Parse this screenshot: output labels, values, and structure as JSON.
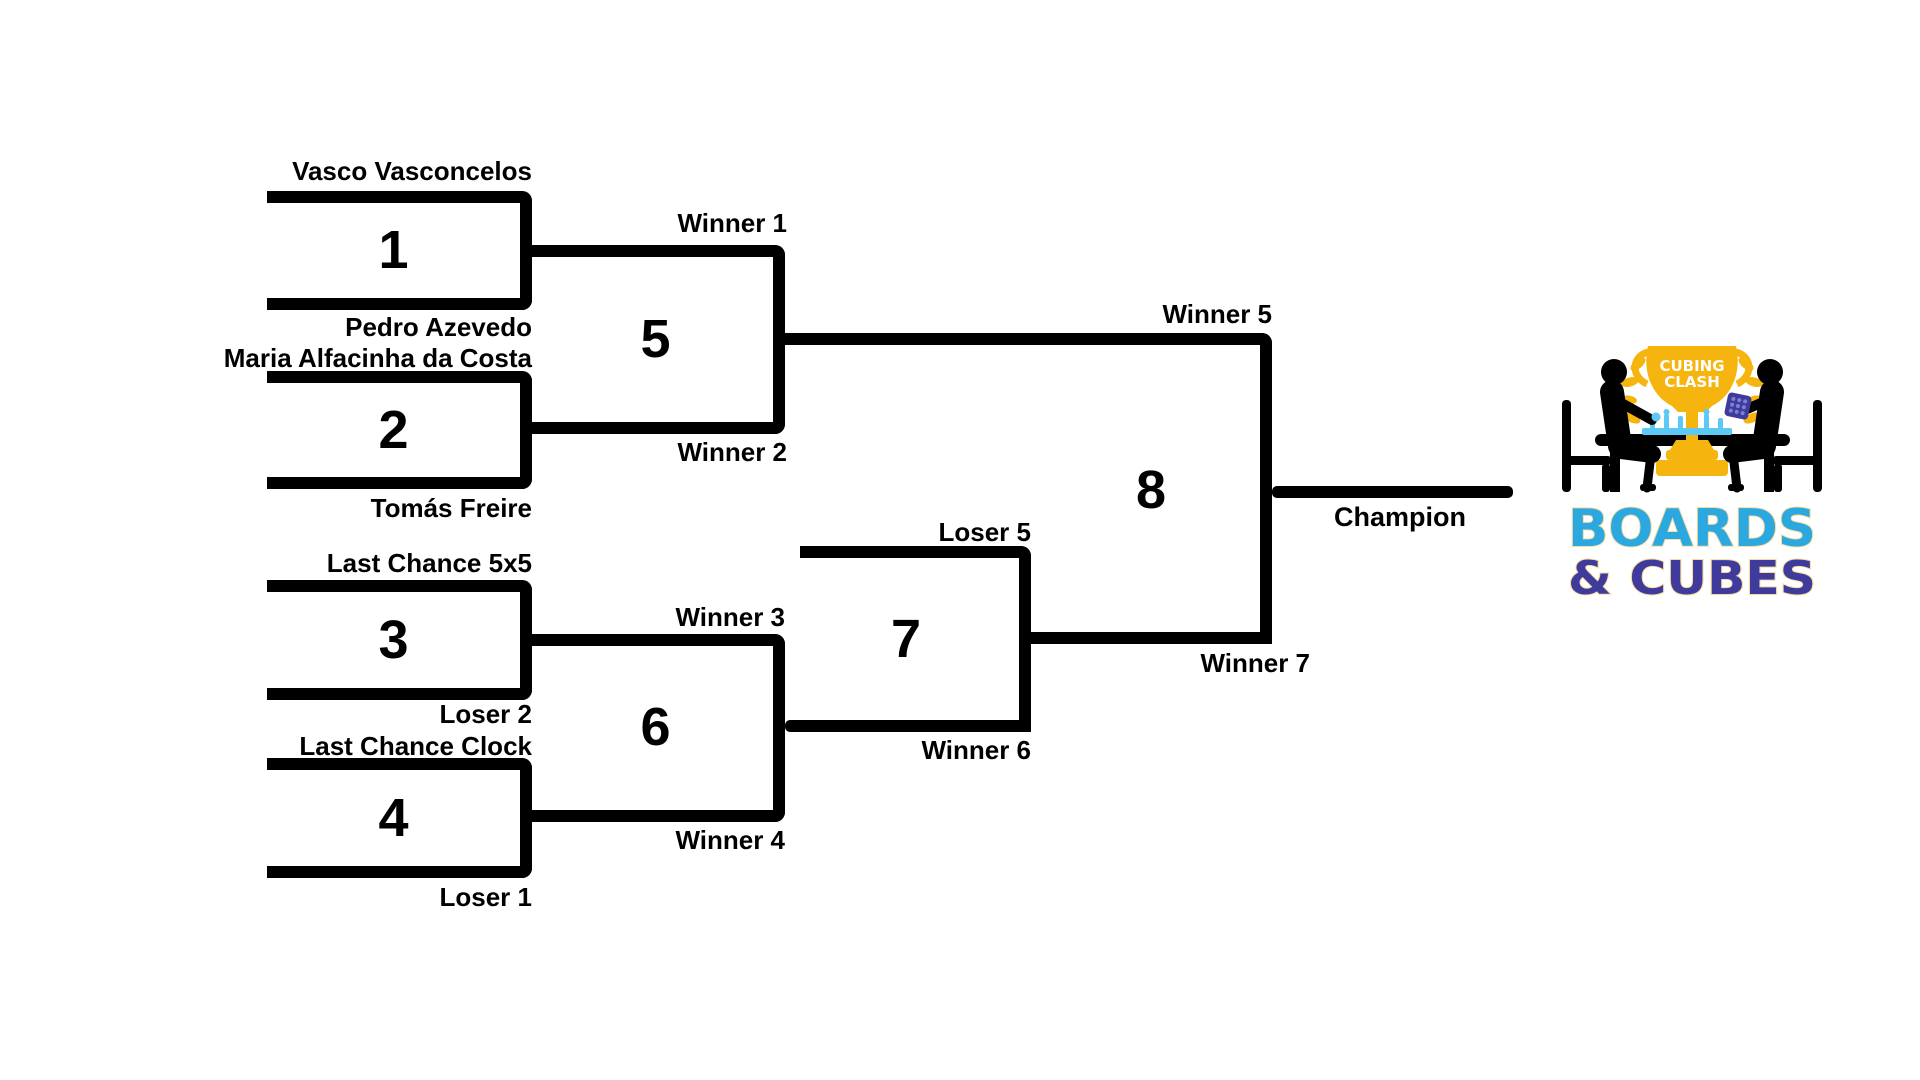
{
  "bracket": {
    "line_color": "#000000",
    "champion_label": "Champion",
    "matches": [
      {
        "number": "1",
        "top_label": "Vasco Vasconcelos",
        "bottom_label": "Pedro Azevedo"
      },
      {
        "number": "2",
        "top_label": "Maria Alfacinha da Costa",
        "bottom_label": "Tomás Freire"
      },
      {
        "number": "3",
        "top_label": "Last Chance 5x5",
        "bottom_label": "Loser 2"
      },
      {
        "number": "4",
        "top_label": "Last Chance Clock",
        "bottom_label": "Loser 1"
      },
      {
        "number": "5",
        "top_label": "Winner 1",
        "bottom_label": "Winner 2"
      },
      {
        "number": "6",
        "top_label": "Winner 3",
        "bottom_label": "Winner 4"
      },
      {
        "number": "7",
        "top_label": "Loser 5",
        "bottom_label": "Winner 6"
      },
      {
        "number": "8",
        "top_label": "Winner 5",
        "bottom_label": "Winner 7"
      }
    ]
  },
  "logo": {
    "trophy_line1": "CUBING",
    "trophy_line2": "CLASH",
    "title_line1": "BOARDS",
    "title_line2": "& CUBES",
    "colors": {
      "trophy_gold": "#F6B40E",
      "boards_text": "#2BA8E0",
      "cubes_text": "#3E3B9D",
      "chess_blue": "#5BC8F5",
      "cube_indigo": "#3E3B9D",
      "figures_black": "#000000",
      "text_outline": "#F8DC9E"
    }
  }
}
